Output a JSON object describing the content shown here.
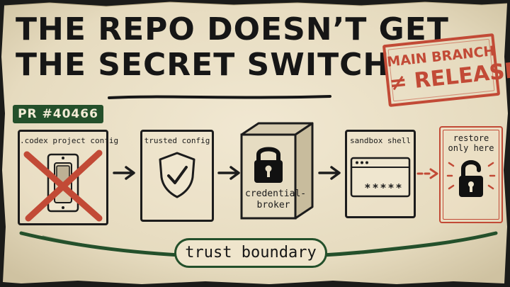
{
  "title": {
    "line1": "THE REPO DOESN’T GET",
    "line2": "THE SECRET SWITCH"
  },
  "stamp": {
    "line1": "MAIN BRANCH",
    "line2": "≠ RELEASE"
  },
  "pr_badge": "PR #40466",
  "flow": [
    {
      "id": "codex-config",
      "label": ".codex project config",
      "icon": "crossed-out-switch-icon"
    },
    {
      "id": "trusted-config",
      "label": "trusted config",
      "icon": "shield-check-icon"
    },
    {
      "id": "credential-broker",
      "label": "credential-\nbroker",
      "icon": "locked-vault-icon"
    },
    {
      "id": "sandbox-shell",
      "label": "sandbox shell",
      "icon": "terminal-window-icon",
      "masked_text": "*****"
    },
    {
      "id": "restore",
      "label": "restore\nonly here",
      "icon": "unlocked-padlock-icon"
    }
  ],
  "boundary_label": "trust boundary",
  "colors": {
    "paper": "#e9dfc6",
    "ink": "#1c1c1c",
    "accent_red": "#c24a36",
    "accent_green": "#24502b"
  }
}
